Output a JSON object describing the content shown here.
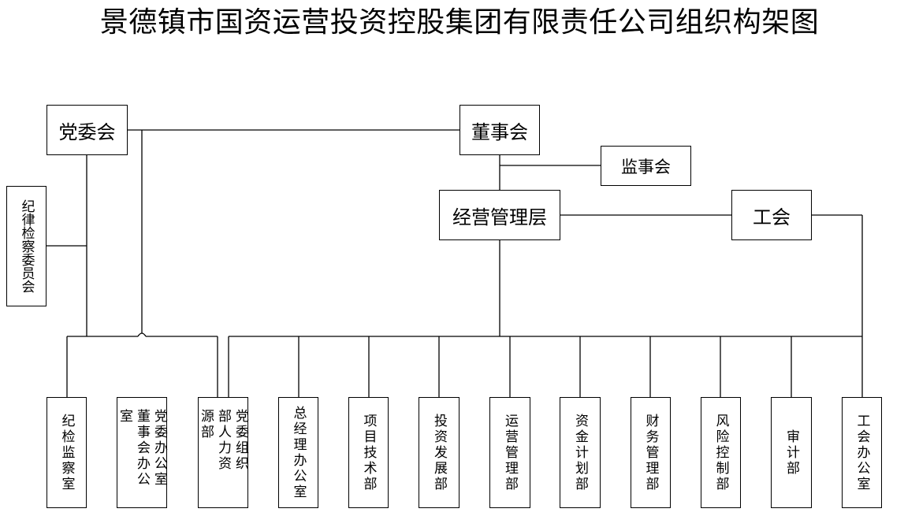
{
  "title": "景德镇市国资运营投资控股集团有限责任公司组织构架图",
  "top": {
    "party_committee": "党委会",
    "board": "董事会",
    "supervisory_board": "监事会",
    "management": "经营管理层",
    "union": "工会",
    "discipline_committee": "纪律检察委员会"
  },
  "departments": [
    "纪检监察室",
    "党委办公室董事会办公室",
    "党委组织部人力资源部",
    "总经理办公室",
    "项目技术部",
    "投资发展部",
    "运营管理部",
    "资金计划部",
    "财务管理部",
    "风险控制部",
    "审计部",
    "工会办公室"
  ]
}
